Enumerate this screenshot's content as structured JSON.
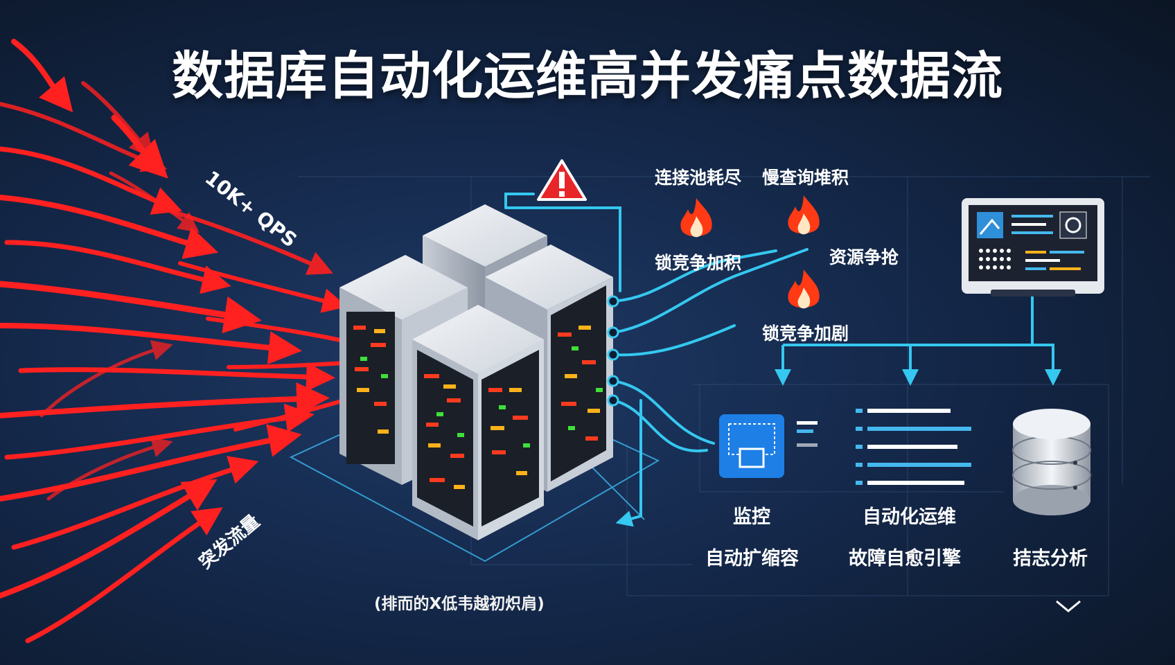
{
  "title": "数据库自动化运维高并发痛点数据流",
  "traffic": {
    "qps_label": "10K+ QPS",
    "burst_label": "突发流量"
  },
  "pain_points": {
    "connection_pool": "连接池耗尽",
    "slow_query": "慢查询堆积",
    "lock_contention_1": "锁竞争加积",
    "resource_contention": "资源争抢",
    "lock_contention_2": "锁竞争加剧"
  },
  "solutions": {
    "monitor": "监控",
    "auto_ops": "自动化运维",
    "auto_scale": "自动扩缩容",
    "self_heal": "故障自愈引擎",
    "analysis": "拮志分析"
  },
  "garbled_caption": "(排而的X低韦越初炽肩)",
  "icons": [
    "warning-icon",
    "fire-icon",
    "dashboard-icon",
    "monitor-icon",
    "list-icon",
    "database-icon",
    "server-rack-icon"
  ],
  "colors": {
    "arrow_red": "#ff2020",
    "flow_cyan": "#35c8f0",
    "monitor_blue": "#1e7fe6",
    "background": "#14284a"
  }
}
